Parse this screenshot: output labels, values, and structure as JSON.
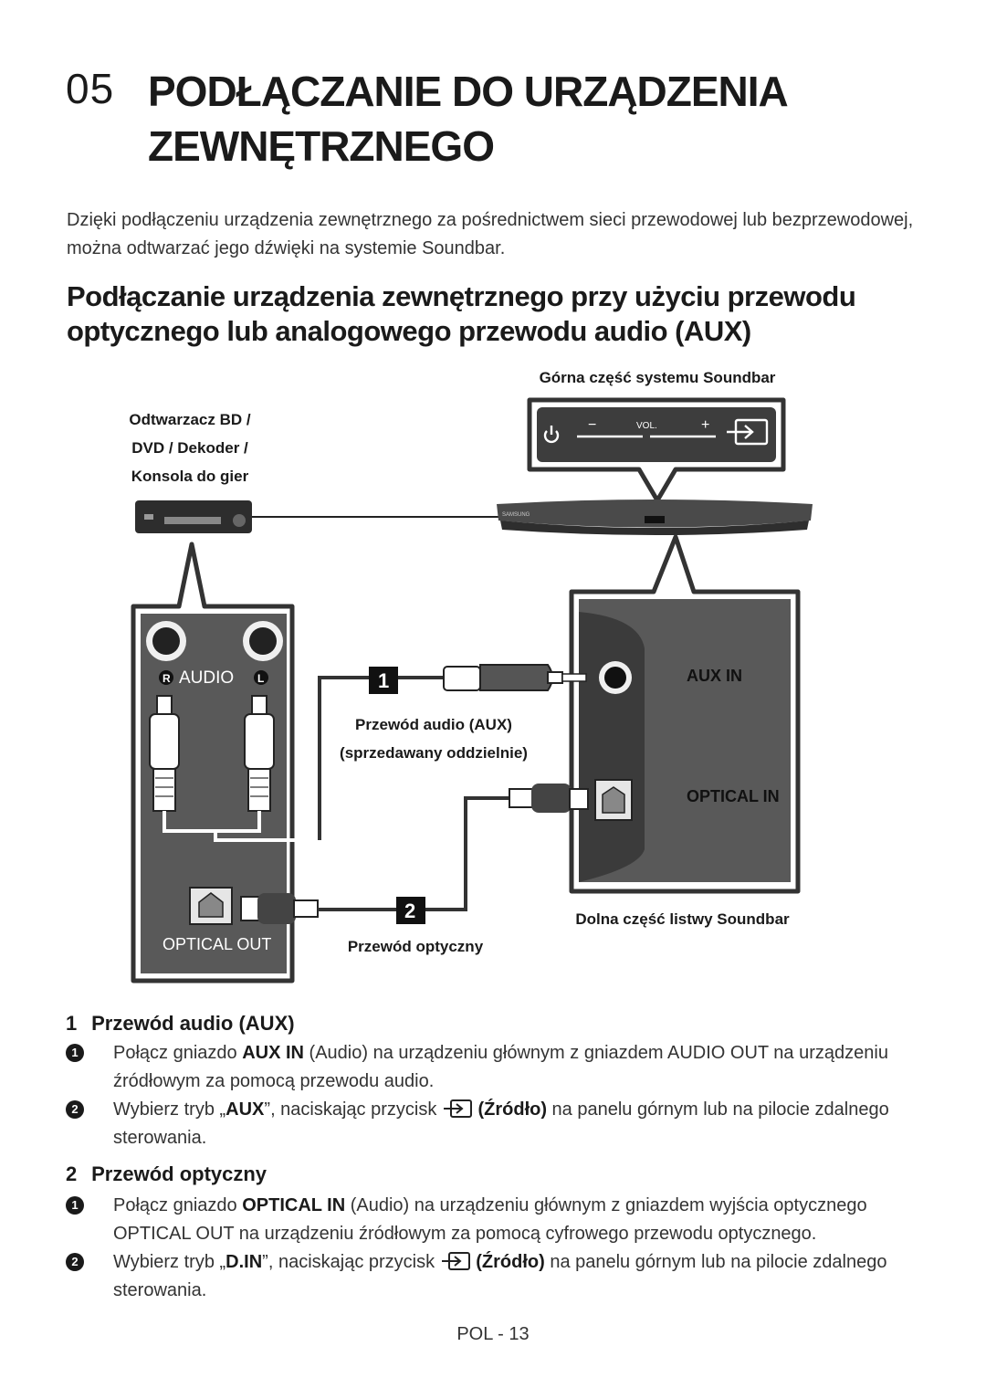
{
  "chapter": {
    "number": "05",
    "title": "PODŁĄCZANIE DO URZĄDZENIA ZEWNĘTRZNEGO"
  },
  "intro": "Dzięki podłączeniu urządzenia zewnętrznego za pośrednictwem sieci przewodowej lub bezprzewodowej, można odtwarzać jego dźwięki na systemie Soundbar.",
  "section_title": "Podłączanie urządzenia zewnętrznego przy użyciu przewodu optycznego lub analogowego przewodu audio (AUX)",
  "diagram": {
    "top_label": "Górna część systemu Soundbar",
    "source_label_1": "Odtwarzacz BD /",
    "source_label_2": "DVD / Dekoder /",
    "source_label_3": "Konsola do gier",
    "vol_label": "VOL.",
    "minus": "−",
    "plus": "+",
    "audio_jack_label": "AUDIO",
    "audio_r": "R",
    "audio_l": "L",
    "optical_out_label": "OPTICAL OUT",
    "aux_in_label": "AUX IN",
    "optical_in_label": "OPTICAL IN",
    "cable_aux_1": "Przewód audio (AUX)",
    "cable_aux_2": "(sprzedawany oddzielnie)",
    "cable_optical": "Przewód optyczny",
    "bottom_label": "Dolna część listwy Soundbar",
    "badge_1": "1",
    "badge_2": "2",
    "brand": "SAMSUNG"
  },
  "steps": [
    {
      "number": "1",
      "title": "Przewód audio (AUX)",
      "items": [
        {
          "num": "1",
          "pre": "Połącz gniazdo ",
          "bold": "AUX IN",
          "post": " (Audio) na urządzeniu głównym z gniazdem AUDIO OUT na urządzeniu źródłowym za pomocą przewodu audio."
        },
        {
          "num": "2",
          "pre": "Wybierz tryb „",
          "bold": "AUX",
          "mid": "”, naciskając przycisk ",
          "bold2": "(Źródło)",
          "post": " na panelu górnym lub na pilocie zdalnego sterowania."
        }
      ]
    },
    {
      "number": "2",
      "title": "Przewód optyczny",
      "items": [
        {
          "num": "1",
          "pre": "Połącz gniazdo ",
          "bold": "OPTICAL IN",
          "post": " (Audio) na urządzeniu głównym z gniazdem wyjścia optycznego OPTICAL OUT na urządzeniu źródłowym za pomocą cyfrowego przewodu optycznego."
        },
        {
          "num": "2",
          "pre": "Wybierz tryb „",
          "bold": "D.IN",
          "mid": "”, naciskając przycisk ",
          "bold2": "(Źródło)",
          "post": " na panelu górnym lub na pilocie zdalnego sterowania."
        }
      ]
    }
  ],
  "footer": "POL - 13"
}
